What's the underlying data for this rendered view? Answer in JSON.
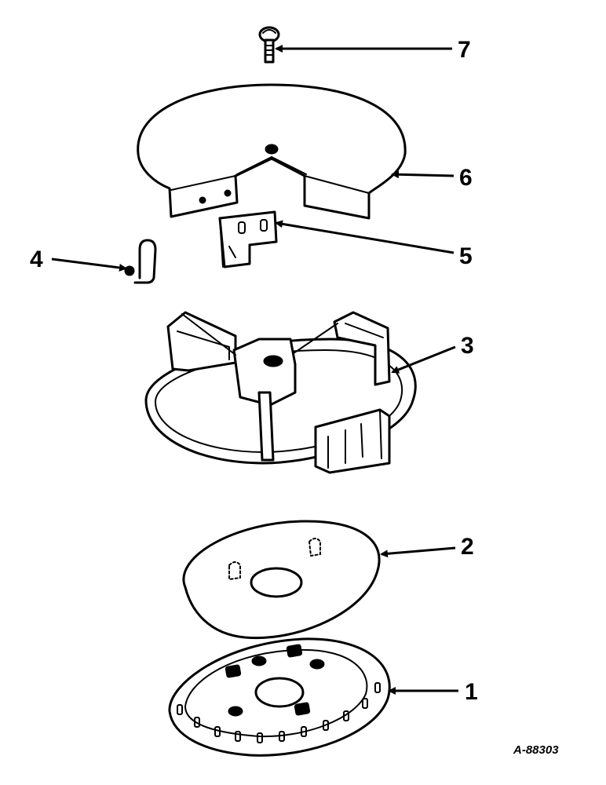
{
  "diagram": {
    "callouts": [
      {
        "id": "1",
        "label": "1"
      },
      {
        "id": "2",
        "label": "2"
      },
      {
        "id": "3",
        "label": "3"
      },
      {
        "id": "4",
        "label": "4"
      },
      {
        "id": "5",
        "label": "5"
      },
      {
        "id": "6",
        "label": "6"
      },
      {
        "id": "7",
        "label": "7"
      }
    ],
    "figure_id": "A-88303",
    "colors": {
      "ink": "#000000",
      "paper": "#ffffff"
    }
  }
}
